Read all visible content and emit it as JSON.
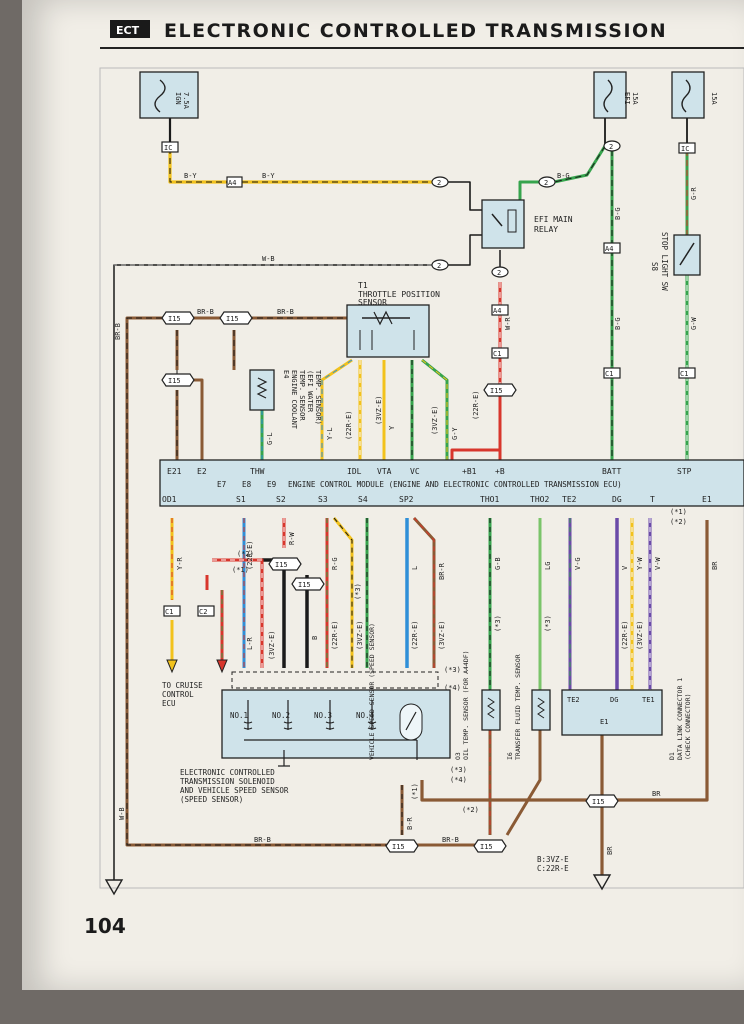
{
  "header": {
    "badge": "ECT",
    "title": "ELECTRONIC CONTROLLED TRANSMISSION"
  },
  "page_number": "104",
  "fuses": {
    "ign": {
      "amp": "7.5A",
      "name": "IGN"
    },
    "efi": {
      "amp": "15A",
      "name": "EFI"
    },
    "stop": {
      "amp": "15A"
    }
  },
  "relay": {
    "name1": "EFI MAIN",
    "name2": "RELAY"
  },
  "stop_switch": {
    "label": "STOP LIGHT SW",
    "id": "S8"
  },
  "tps": {
    "id": "T1",
    "name1": "THROTTLE POSITION",
    "name2": "SENSOR"
  },
  "coolant": {
    "id": "E4",
    "l1": "ENGINE COOLANT",
    "l2": "TEMP. SENSOR",
    "l3": "(EFI WATER",
    "l4": "TEMP. SENSOR)"
  },
  "ecm": {
    "label": "ENGINE CONTROL MODULE (ENGINE AND ELECTRONIC CONTROLLED TRANSMISSION ECU)",
    "connectors": [
      "E7",
      "E8",
      "E9"
    ],
    "top_pins": [
      "E21",
      "E2",
      "THW",
      "IDL",
      "VTA",
      "VC",
      "+B1",
      "+B",
      "BATT",
      "STP"
    ],
    "bottom_pins": [
      "OD1",
      "S1",
      "S2",
      "S3",
      "S4",
      "SP2",
      "THO1",
      "THO2",
      "TE2",
      "DG",
      "T",
      "E1"
    ]
  },
  "wire_colors": [
    "B-Y",
    "B-G",
    "W-B",
    "BR-B",
    "W-R",
    "G-R",
    "G-W",
    "Y-R",
    "L-R",
    "R-W",
    "R-G",
    "G-B",
    "L",
    "BR-R",
    "LG",
    "V-G",
    "V",
    "Y-W",
    "V-W",
    "BR",
    "Y-L",
    "G-L",
    "G-Y",
    "Y",
    "B",
    "B-R"
  ],
  "variants": {
    "v1": "(3VZ-E)",
    "v2": "(22R-E)",
    "m1": "(*1)",
    "m2": "(*2)",
    "m3": "(*3)",
    "m4": "(*4)"
  },
  "components": {
    "solenoid": {
      "l1": "ELECTRONIC CONTROLLED",
      "l2": "TRANSMISSION SOLENOID",
      "l3": "AND VEHICLE SPEED SENSOR",
      "l4": "(SPEED SENSOR)",
      "nos": [
        "NO.1",
        "NO.2",
        "NO.3",
        "NO.4"
      ]
    },
    "speed_sensor": "VEHICLE SPEED SENSOR (SPEED SENSOR)",
    "oil_temp": {
      "id": "O3",
      "label": "OIL TEMP. SENSOR (FOR A44DF)"
    },
    "transfer": {
      "id": "I6",
      "label": "TRANSFER FLUID TEMP. SENSOR"
    },
    "dlc": {
      "id": "D1",
      "l1": "DATA LINK CONNECTOR 1",
      "l2": "(CHECK CONNECTOR)",
      "pins": [
        "TE2",
        "DG",
        "TE1",
        "E1"
      ]
    },
    "cruise": {
      "l1": "TO CRUISE",
      "l2": "CONTROL",
      "l3": "ECU"
    }
  },
  "legend": {
    "l1": "B:3VZ-E",
    "l2": "C:22R-E"
  },
  "colors": {
    "red": "#d8362c",
    "green": "#36a44d",
    "yellow": "#f2c21c",
    "brown": "#8a5a35",
    "blue": "#2f8fd8",
    "purple": "#6a4aa8",
    "black": "#1a1a1a"
  }
}
